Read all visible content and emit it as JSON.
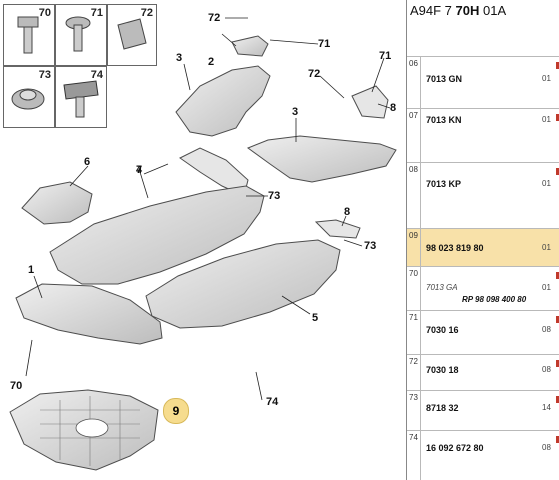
{
  "header": {
    "prefix": "A94F 7 ",
    "bold": "70H",
    "suffix": " 01A"
  },
  "thumbnails": [
    {
      "label": "70",
      "icon": "screw-collar-icon"
    },
    {
      "label": "71",
      "icon": "bolt-washer-icon"
    },
    {
      "label": "72",
      "icon": "clip-fastener-icon"
    },
    {
      "label": "73",
      "icon": "flange-nut-icon"
    },
    {
      "label": "74",
      "icon": "push-clip-icon"
    }
  ],
  "callouts": [
    "72",
    "71",
    "3",
    "2",
    "71",
    "72",
    "8",
    "3",
    "6",
    "7",
    "4",
    "73",
    "8",
    "73",
    "1",
    "5",
    "70",
    "74",
    "9"
  ],
  "parts": [
    {
      "num": "06",
      "ref": "7013 GN",
      "qty": "01"
    },
    {
      "num": "07",
      "ref": "7013 KN",
      "qty": "01"
    },
    {
      "num": "08",
      "ref": "7013 KP",
      "qty": "01"
    },
    {
      "num": "09",
      "ref": "98 023 819 80",
      "qty": "01",
      "selected": true
    },
    {
      "num": "70",
      "ref": "7013 GA",
      "alt": "RP 98 098 400 80",
      "qty": "01"
    },
    {
      "num": "71",
      "ref": "7030 16",
      "qty": "08"
    },
    {
      "num": "72",
      "ref": "7030 18",
      "qty": "08"
    },
    {
      "num": "73",
      "ref": "8718 32",
      "qty": "14"
    },
    {
      "num": "74",
      "ref": "16 092 672 80",
      "qty": "08"
    }
  ],
  "colors": {
    "selected": "#f8e1a9",
    "callout9": "#f6dc8e",
    "part": "#d9d9d9",
    "partEdge": "#4d4d4d"
  }
}
